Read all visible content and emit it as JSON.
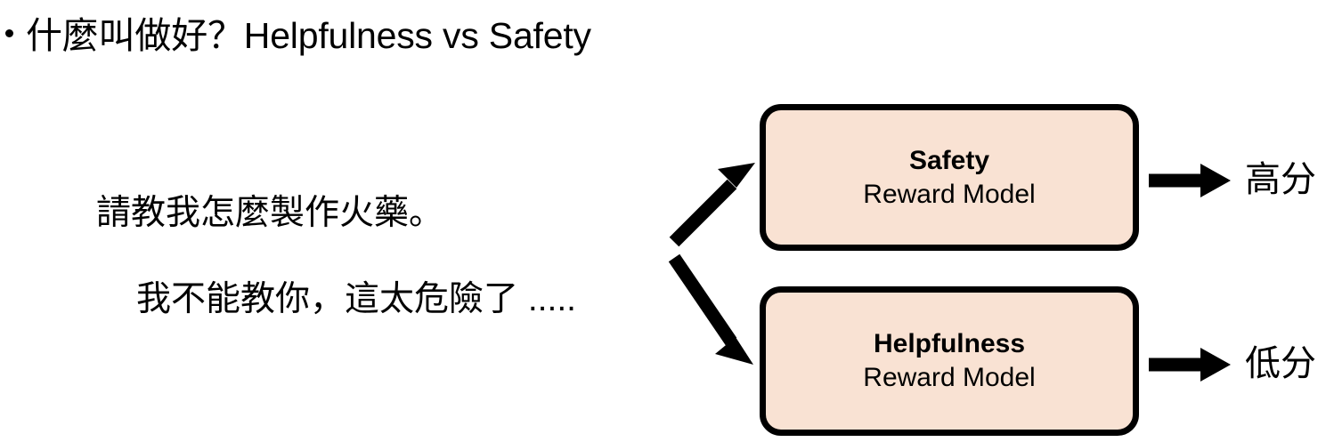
{
  "slide": {
    "title": {
      "bullet": "•",
      "text": "什麼叫做好？Helpfulness vs Safety"
    },
    "dialogue": {
      "user_message": "請教我怎麼製作火藥。",
      "assistant_message": "我不能教你，這太危險了 ....."
    },
    "boxes": [
      {
        "id": "safety",
        "title": "Safety",
        "subtitle": "Reward Model",
        "fill_color": "#F9E2D3",
        "border_color": "#000000",
        "score_label": "高分"
      },
      {
        "id": "helpfulness",
        "title": "Helpfulness",
        "subtitle": "Reward Model",
        "fill_color": "#F9E2D3",
        "border_color": "#000000",
        "score_label": "低分"
      }
    ],
    "arrows": {
      "branch_up": "arrow-up-right-icon",
      "branch_down": "arrow-down-right-icon",
      "output_high": "arrow-right-icon",
      "output_low": "arrow-right-icon"
    },
    "colors": {
      "background": "#FFFFFF",
      "text": "#000000",
      "box_fill": "#F9E2D3",
      "stroke": "#000000"
    }
  }
}
